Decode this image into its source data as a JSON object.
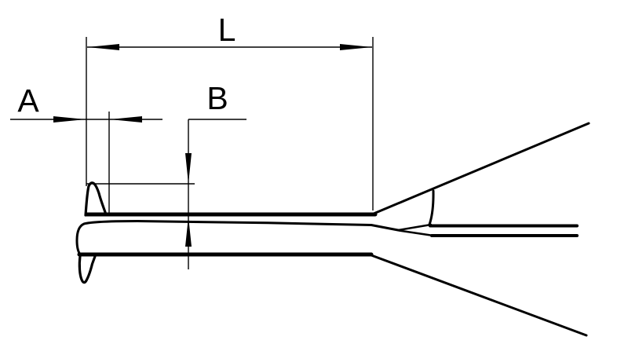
{
  "drawing": {
    "description": "technical-drawing-of-instrument-jaw-with-dimensions",
    "colors": {
      "line": "#000000",
      "background": "#ffffff"
    },
    "dims": {
      "L": {
        "label": "L"
      },
      "A": {
        "label": "A"
      },
      "B": {
        "label": "B"
      }
    }
  }
}
